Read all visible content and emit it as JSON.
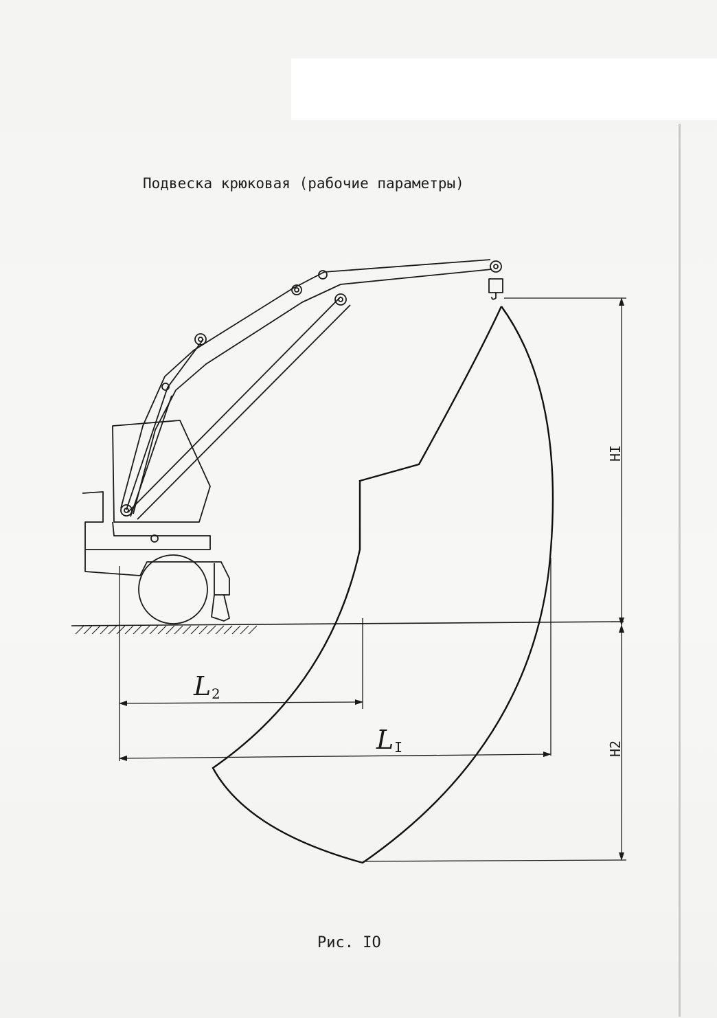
{
  "title": "Подвеска крюковая (рабочие параметры)",
  "caption": "Рис. IO",
  "labels": {
    "l1_letter": "L",
    "l1_sub": "I",
    "l2_letter": "L",
    "l2_sub": "2",
    "h1": "HI",
    "h2": "H2"
  }
}
